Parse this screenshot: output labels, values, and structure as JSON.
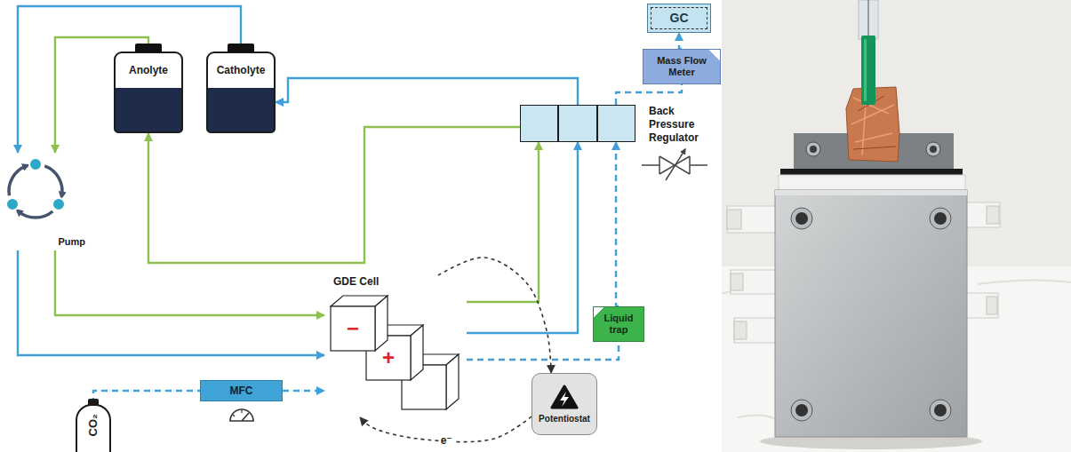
{
  "diagram": {
    "nodes": [
      {
        "text": [
          "Anolyte"
        ]
      },
      {
        "text": [
          "Catholyte"
        ]
      },
      {
        "text": [
          "GC"
        ]
      },
      {
        "text": [
          "Mass Flow Meter"
        ]
      },
      {
        "text": [
          "Pump"
        ]
      },
      {
        "text": [
          "Back Pressure Regulator"
        ]
      },
      {
        "text": [
          "GDE Cell"
        ]
      },
      {
        "text": [
          "Liquid trap"
        ]
      },
      {
        "text": [
          "MFC"
        ]
      },
      {
        "text": [
          "Potentiostat"
        ]
      },
      {
        "text": [
          "CO₂"
        ]
      }
    ],
    "edges": [
      {
        "from": 1,
        "to": 4,
        "arrow": "to"
      },
      {
        "from": 0,
        "to": 4,
        "arrow": "to"
      },
      {
        "from": 4,
        "to": 6,
        "arrow": "to"
      },
      {
        "from": 4,
        "to": 6,
        "arrow": "to"
      },
      {
        "from": 6,
        "to": 5,
        "arrow": "to"
      },
      {
        "from": 6,
        "to": 5,
        "arrow": "to"
      },
      {
        "from": 6,
        "to": 7,
        "arrow": "none"
      },
      {
        "from": 7,
        "to": 5,
        "arrow": "to"
      },
      {
        "from": 5,
        "to": 0,
        "arrow": "to"
      },
      {
        "from": 5,
        "to": 1,
        "arrow": "to"
      },
      {
        "from": 5,
        "to": 3,
        "arrow": "none"
      },
      {
        "from": 3,
        "to": 2,
        "arrow": "to"
      },
      {
        "from": 10,
        "to": 8,
        "arrow": "none"
      },
      {
        "from": 8,
        "to": 6,
        "arrow": "to"
      },
      {
        "from": 6,
        "to": 9,
        "arrow": "to"
      },
      {
        "from": 9,
        "to": 6,
        "arrow": "to",
        "label": "e⁻"
      }
    ],
    "labels": [
      "−",
      "+"
    ]
  }
}
